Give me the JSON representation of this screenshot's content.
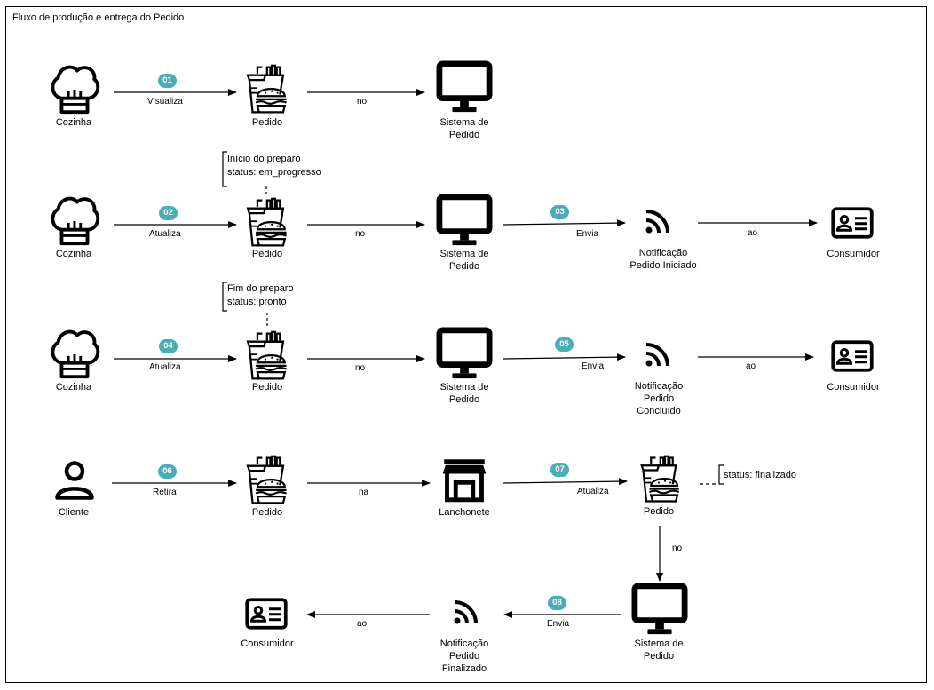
{
  "title": "Fluxo de produção e entrega do Pedido",
  "labels": {
    "cozinha": "Cozinha",
    "pedido": "Pedido",
    "sistema": "Sistema de\nPedido",
    "consumidor": "Consumidor",
    "cliente": "Cliente",
    "lanchonete": "Lanchonete",
    "notif_iniciado": "Notificação\nPedido Iniciado",
    "notif_concluido": "Notificação\nPedido\nConcluído",
    "notif_finalizado": "Notificação\nPedido\nFinalizado"
  },
  "edges": {
    "visualiza": "Visualiza",
    "atualiza": "Atualiza",
    "no": "no",
    "envia": "Envia",
    "ao": "ao",
    "retira": "Retira",
    "na": "na"
  },
  "steps": [
    "01",
    "02",
    "03",
    "04",
    "05",
    "06",
    "07",
    "08"
  ],
  "notes": {
    "inicio": "Início do preparo\nstatus: em_progresso",
    "fim": "Fim do preparo\nstatus: pronto",
    "finalizado": "status: finalizado"
  },
  "colors": {
    "badge": "#4aaeb9",
    "stroke": "#000000"
  },
  "icons": [
    "chef-hat-icon",
    "fast-food-icon",
    "monitor-icon",
    "rss-icon",
    "id-card-icon",
    "user-icon",
    "store-icon"
  ]
}
